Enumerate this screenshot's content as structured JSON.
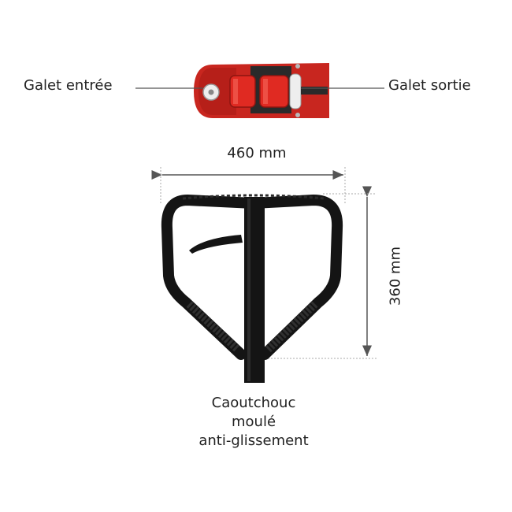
{
  "labels": {
    "inlet_roller": "Galet entrée",
    "outlet_roller": "Galet sortie",
    "width": "460 mm",
    "height": "360 mm"
  },
  "caption": {
    "line1": "Caoutchouc",
    "line2": "moulé",
    "line3": "anti-glissement"
  },
  "colors": {
    "chassis": "#c8261f",
    "handle": "#141414",
    "dimension": "#555555"
  }
}
